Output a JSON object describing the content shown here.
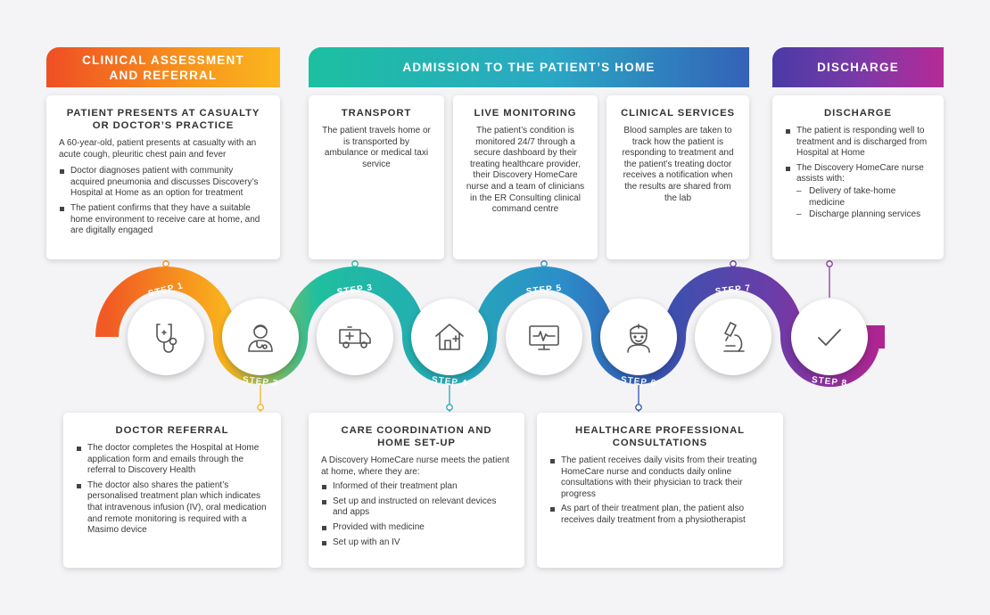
{
  "banners": {
    "assessment": "CLINICAL ASSESSMENT AND REFERRAL",
    "admission": "ADMISSION TO THE PATIENT’S HOME",
    "discharge": "DISCHARGE"
  },
  "cards": {
    "casualty": {
      "title": "PATIENT PRESENTS AT CASUALTY OR DOCTOR’S PRACTICE",
      "intro": "A 60-year-old, patient presents at casualty with an acute cough, pleuritic chest pain and fever",
      "bullets": [
        "Doctor diagnoses patient with community acquired pneumonia and discusses Discovery’s Hospital at Home as an option for treatment",
        "The patient confirms that they have a suitable home environment to receive care at home, and are digitally engaged"
      ]
    },
    "transport": {
      "title": "TRANSPORT",
      "body": "The patient travels home or is transported by ambulance or medical taxi service"
    },
    "monitoring": {
      "title": "LIVE MONITORING",
      "body": "The patient’s condition is monitored 24/7 through a secure dashboard by their treating healthcare provider, their Discovery HomeCare nurse and a team of clinicians in the ER Consulting clinical command centre"
    },
    "clinical": {
      "title": "CLINICAL SERVICES",
      "body": "Blood samples are taken to track how the patient is responding to treatment and the patient’s treating doctor receives a notification when the results are shared from the lab"
    },
    "discharge": {
      "title": "DISCHARGE",
      "bullets": [
        "The patient is responding well to treatment and is discharged from Hospital at Home",
        "The Discovery HomeCare nurse assists with:"
      ],
      "sub": [
        "Delivery of take-home medicine",
        "Discharge planning services"
      ]
    },
    "referral": {
      "title": "DOCTOR REFERRAL",
      "bullets": [
        "The doctor completes the Hospital at Home application form and emails through the referral to Discovery Health",
        "The doctor also shares the patient’s personalised treatment plan which indicates that intravenous infusion (IV), oral medication and remote monitoring is required with a Masimo device"
      ]
    },
    "coordination": {
      "title": "CARE COORDINATION AND HOME SET-UP",
      "intro": "A Discovery HomeCare nurse meets the patient at home, where they are:",
      "bullets": [
        "Informed of their treatment plan",
        "Set up and instructed on relevant devices and apps",
        "Provided with medicine",
        "Set up with an IV"
      ]
    },
    "consultations": {
      "title": "HEALTHCARE PROFESSIONAL CONSULTATIONS",
      "bullets": [
        "The patient receives daily visits from their treating HomeCare nurse and conducts daily online consultations with their physician to track their progress",
        "As part of their treatment plan, the patient also receives daily treatment from a physiotherapist"
      ]
    }
  },
  "steps": {
    "s1": "STEP 1",
    "s2": "STEP 2",
    "s3": "STEP 3",
    "s4": "STEP 4",
    "s5": "STEP 5",
    "s6": "STEP 6",
    "s7": "STEP 7",
    "s8": "STEP 8"
  },
  "icons": [
    "stethoscope-icon",
    "doctor-icon",
    "ambulance-icon",
    "house-icon",
    "monitor-icon",
    "nurse-icon",
    "microscope-icon",
    "checkmark-icon"
  ],
  "colors": {
    "orange": "#f15a24",
    "yellow": "#f9b21c",
    "teal": "#1fbf9f",
    "blue": "#2b8fc9",
    "navy": "#3454b0",
    "purple": "#6a3da8",
    "magenta": "#b4238f"
  }
}
